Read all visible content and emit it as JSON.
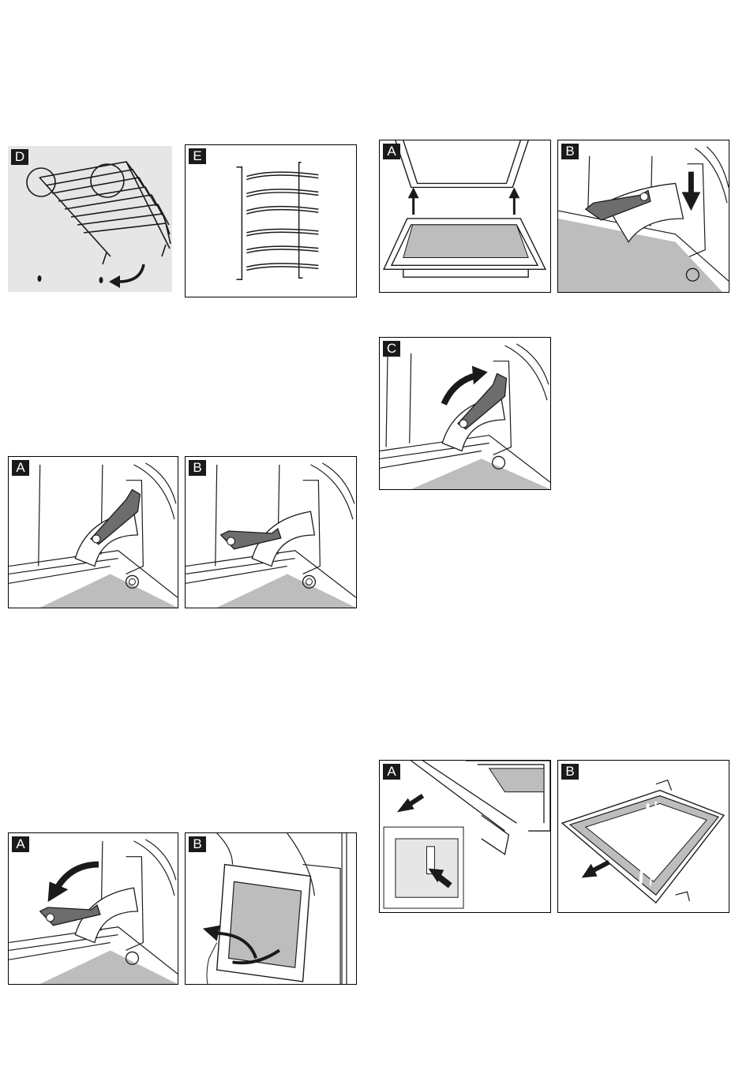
{
  "panels": [
    {
      "id": "p-rack-d",
      "label": "D",
      "illustration": "shelf-rack-removal"
    },
    {
      "id": "p-rack-e",
      "label": "E",
      "illustration": "shelf-rack-front"
    },
    {
      "id": "p-lever-a",
      "label": "A",
      "illustration": "hinge-lever-closed"
    },
    {
      "id": "p-lever-b",
      "label": "B",
      "illustration": "hinge-lever-open"
    },
    {
      "id": "p-door-a",
      "label": "A",
      "illustration": "hinge-lever-fold-down"
    },
    {
      "id": "p-door-b",
      "label": "B",
      "illustration": "door-lift-out"
    },
    {
      "id": "p-refit-a",
      "label": "A",
      "illustration": "door-refit-hinges"
    },
    {
      "id": "p-refit-b",
      "label": "B",
      "illustration": "hinge-lever-push-down"
    },
    {
      "id": "p-refit-c",
      "label": "C",
      "illustration": "hinge-lever-close"
    },
    {
      "id": "p-glass-a",
      "label": "A",
      "illustration": "door-cover-release"
    },
    {
      "id": "p-glass-b",
      "label": "B",
      "illustration": "glass-pane-slide-out"
    }
  ],
  "colors": {
    "shade": "#e6e6e6",
    "part": "#bdbdbd",
    "lever": "#6d6d6d",
    "ink": "#1a1a1a"
  }
}
